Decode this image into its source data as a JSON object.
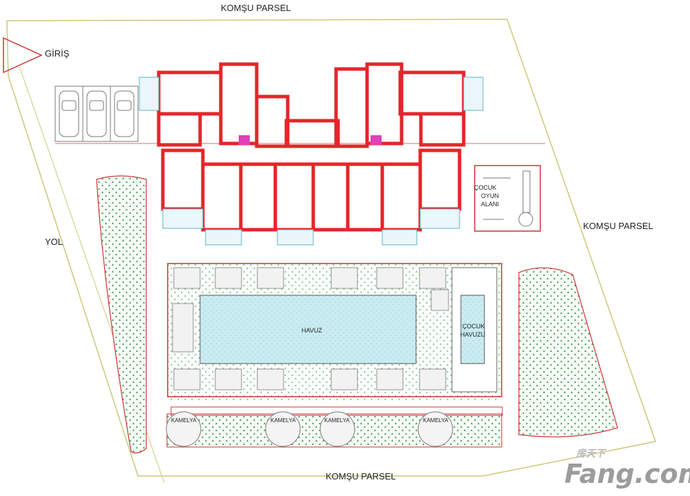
{
  "labels": {
    "komsu_parsel_top": "KOMŞU PARSEL",
    "komsu_parsel_right": "KOMŞU PARSEL",
    "komsu_parsel_bottom": "KOMŞU PARSEL",
    "giris": "GİRİŞ",
    "yol": "YOL",
    "havuz": "HAVUZ",
    "cocuk_havuzu_1": "ÇOCUK",
    "cocuk_havuzu_2": "HAVUZU",
    "oyun_1": "ÇOCUK",
    "oyun_2": "OYUN",
    "oyun_3": "ALANI",
    "kamelya": "KAMELYA"
  },
  "watermark": {
    "main": "Fang.com",
    "small": "房天下"
  },
  "colors": {
    "wall": "#e3262b",
    "pool": "#c9ecf1",
    "boundary": "#c9c97a",
    "greenery_dot": "#4a9a5a",
    "stair_fill": "#e040b8"
  }
}
